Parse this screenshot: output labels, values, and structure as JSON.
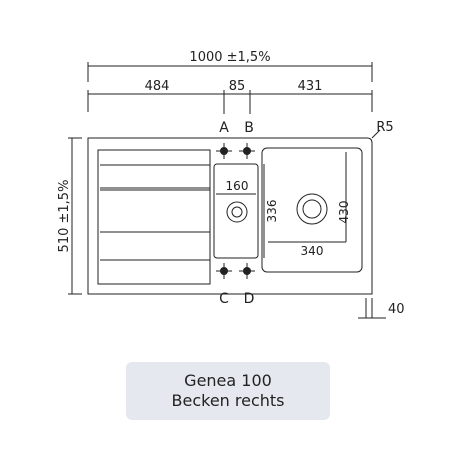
{
  "dimensions": {
    "overall_width": "1000 ±1,5%",
    "left_section": "484",
    "middle_section": "85",
    "right_section": "431",
    "overall_depth": "510 ±1,5%",
    "small_bowl_width": "160",
    "small_bowl_depth": "336",
    "large_bowl_width": "340",
    "large_bowl_depth": "430",
    "corner_radius": "R5",
    "thickness": "40"
  },
  "holes": {
    "a": "A",
    "b": "B",
    "c": "C",
    "d": "D"
  },
  "caption": {
    "line1": "Genea 100",
    "line2": "Becken rechts"
  }
}
